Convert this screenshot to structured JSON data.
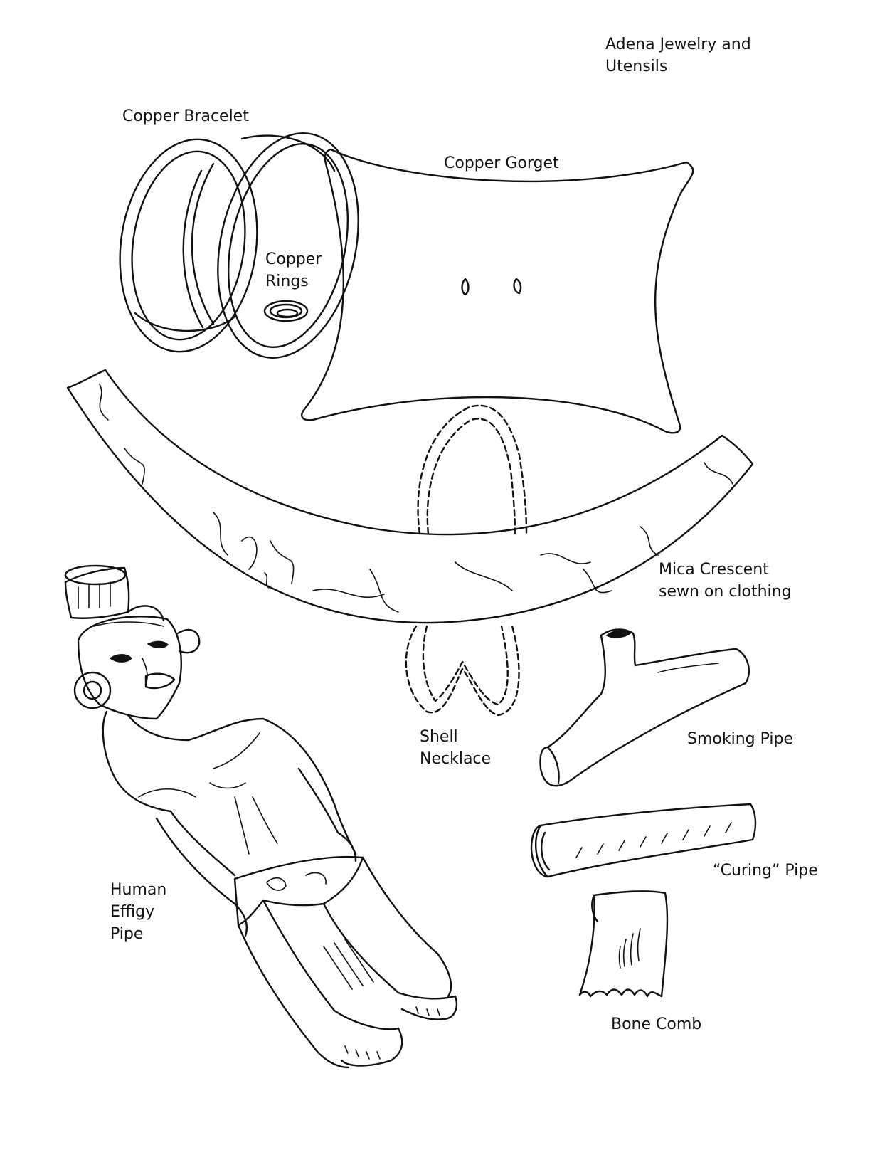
{
  "title": {
    "line1": "Adena Jewelry and",
    "line2": "Utensils"
  },
  "labels": {
    "copper_bracelet": "Copper Bracelet",
    "copper_gorget": "Copper Gorget",
    "copper_rings_line1": "Copper",
    "copper_rings_line2": "Rings",
    "mica_crescent_line1": "Mica Crescent",
    "mica_crescent_line2": "sewn on clothing",
    "shell_necklace_line1": "Shell",
    "shell_necklace_line2": "Necklace",
    "smoking_pipe": "Smoking Pipe",
    "curing_pipe": "“Curing” Pipe",
    "human_effigy_line1": "Human",
    "human_effigy_line2": "Effigy",
    "human_effigy_line3": "Pipe",
    "bone_comb": "Bone Comb"
  }
}
